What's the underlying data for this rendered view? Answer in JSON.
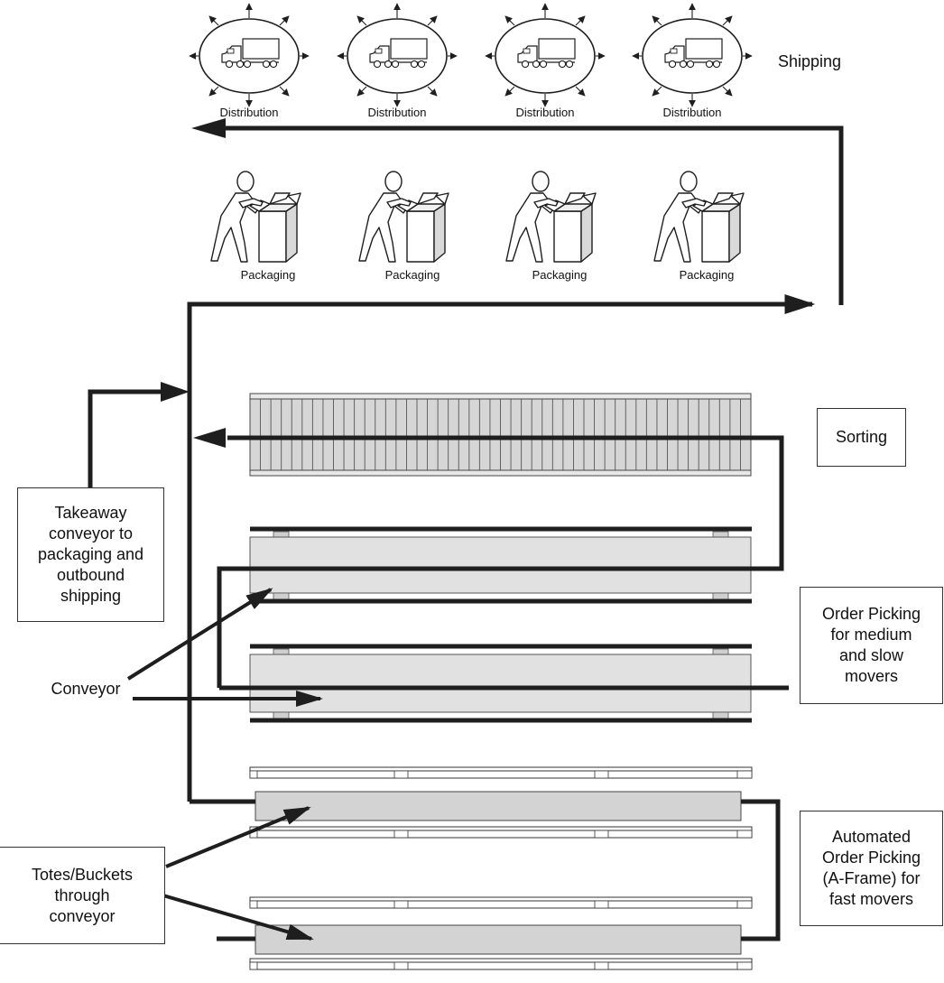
{
  "shipping": {
    "heading": "Shipping",
    "hubs": [
      "Distribution",
      "Distribution",
      "Distribution",
      "Distribution"
    ]
  },
  "packaging": {
    "stations": [
      "Packaging",
      "Packaging",
      "Packaging",
      "Packaging"
    ]
  },
  "zones": {
    "sorting": "Sorting",
    "order_picking": "Order Picking\nfor medium\nand slow\nmovers",
    "automated_picking": "Automated\nOrder Picking\n(A-Frame) for\nfast movers"
  },
  "callouts": {
    "takeaway": "Takeaway\nconveyor to\npackaging and\noutbound\nshipping",
    "conveyor": "Conveyor",
    "totes": "Totes/Buckets\nthrough\nconveyor"
  },
  "icons": {
    "hub": "truck-icon",
    "packer": "worker-packing-box-icon"
  },
  "colors": {
    "line": "#1e1e1e",
    "conveyor_fill": "#e1e1e1",
    "belt_fill": "#d3d3d3",
    "roller_fill": "#cfcfcf"
  }
}
